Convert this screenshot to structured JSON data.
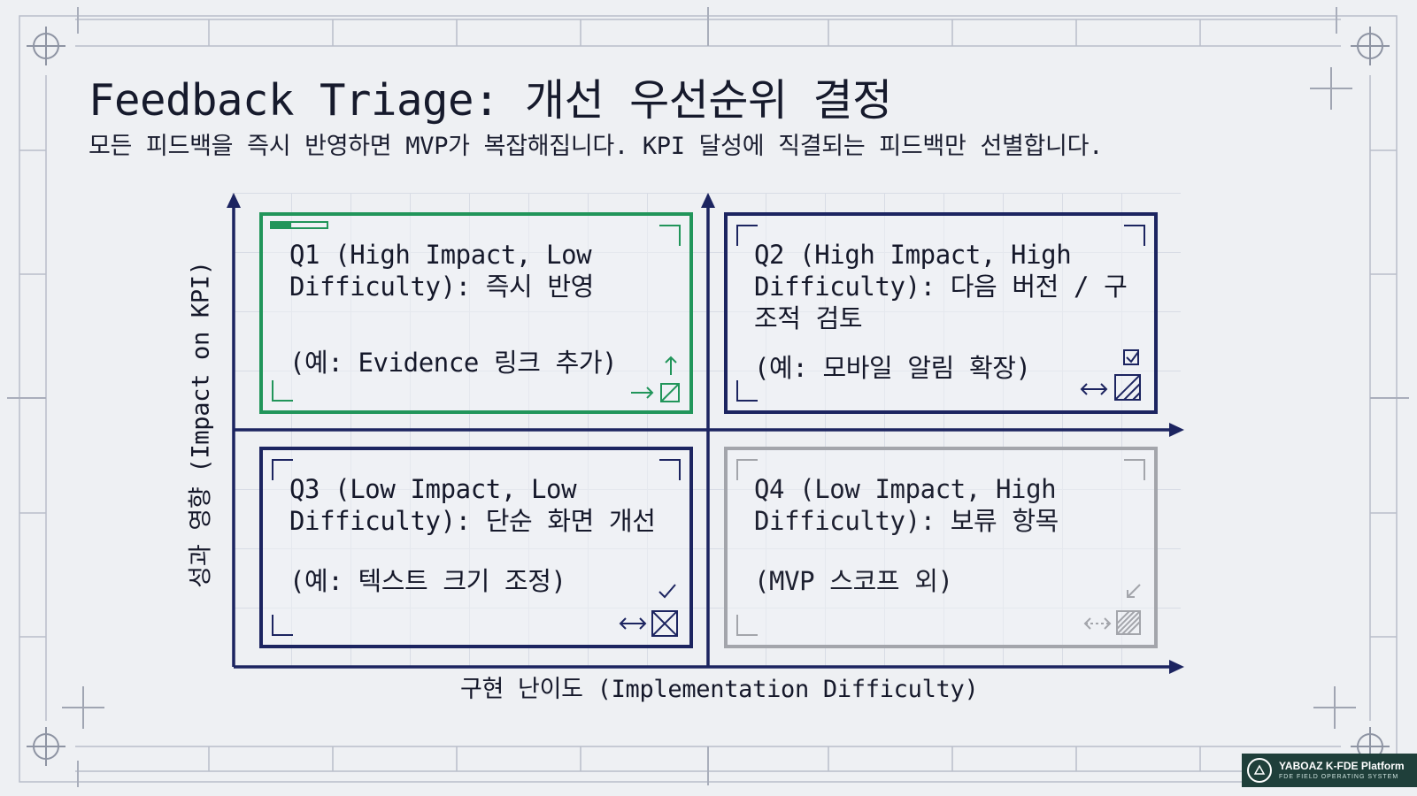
{
  "title": "Feedback Triage: 개선 우선순위 결정",
  "subtitle": "모든 피드백을 즉시 반영하면 MVP가 복잡해집니다. KPI 달성에 직결되는 피드백만 선별합니다.",
  "axes": {
    "y_label": "성과 영향 (Impact on KPI)",
    "x_label": "구현 난이도 (Implementation Difficulty)"
  },
  "quadrants": [
    {
      "id": "Q1",
      "title": "Q1 (High Impact, Low Difficulty): 즉시 반영",
      "example": "(예: Evidence 링크 추가)",
      "color": "#21955a"
    },
    {
      "id": "Q2",
      "title": "Q2 (High Impact, High Difficulty): 다음 버전 / 구조적 검토",
      "example": "(예: 모바일 알림 확장)",
      "color": "#1c2460"
    },
    {
      "id": "Q3",
      "title": "Q3 (Low Impact, Low Difficulty): 단순 화면 개선",
      "example": "(예: 텍스트 크기 조정)",
      "color": "#1c2460"
    },
    {
      "id": "Q4",
      "title": "Q4 (Low Impact, High Difficulty): 보류 항목",
      "example": "(MVP 스코프 외)",
      "color": "#a3a5ab"
    }
  ],
  "brand": {
    "name": "YABOAZ K-FDE Platform",
    "tagline": "FDE FIELD OPERATING SYSTEM"
  }
}
